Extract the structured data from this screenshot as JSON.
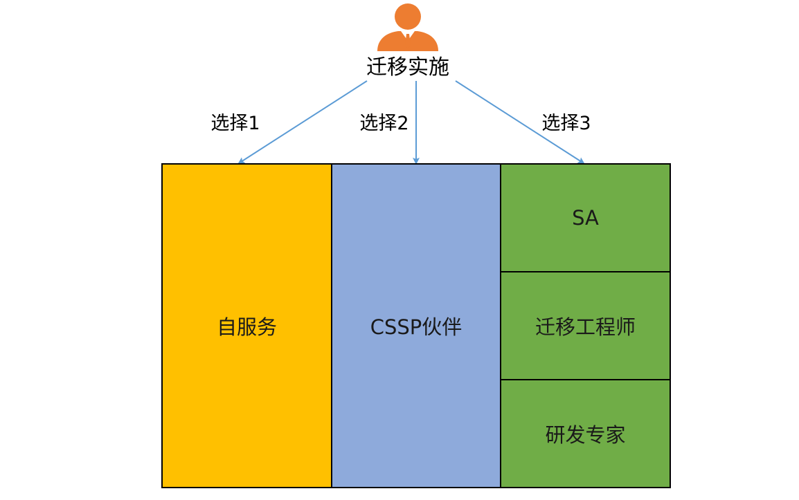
{
  "root": {
    "label": "迁移实施",
    "icon": "person-icon"
  },
  "choices": [
    {
      "label": "选择1"
    },
    {
      "label": "选择2"
    },
    {
      "label": "选择3"
    }
  ],
  "blocks": {
    "self_service": "自服务",
    "cssp_partner": "CSSP伙伴",
    "sa": "SA",
    "migration_engineer": "迁移工程师",
    "rd_expert": "研发专家"
  },
  "colors": {
    "person": "#ed7d31",
    "arrow": "#5b9bd5",
    "self_service": "#ffc000",
    "cssp_partner": "#8eaadb",
    "option3": "#70ad47"
  }
}
